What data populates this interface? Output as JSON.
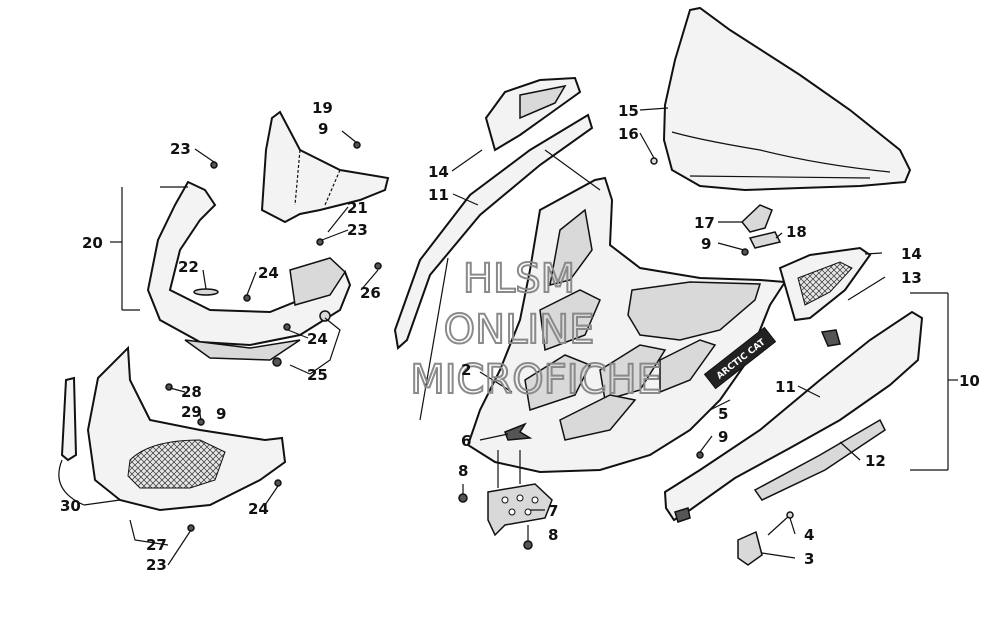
{
  "diagram": {
    "callout_numbers": [
      "2",
      "3",
      "4",
      "5",
      "6",
      "7",
      "8",
      "9",
      "10",
      "11",
      "12",
      "13",
      "14",
      "15",
      "16",
      "17",
      "18",
      "19",
      "20",
      "21",
      "22",
      "23",
      "24",
      "25",
      "26",
      "27",
      "28",
      "29",
      "30"
    ]
  },
  "callouts": {
    "c19": "19",
    "c9a": "9",
    "c23a": "23",
    "c20": "20",
    "c21": "21",
    "c23b": "23",
    "c22": "22",
    "c24a": "24",
    "c26": "26",
    "c24b": "24",
    "c25": "25",
    "c28": "28",
    "c29": "29",
    "c9b": "9",
    "c30": "30",
    "c24c": "24",
    "c27": "27",
    "c23c": "23",
    "c14a": "14",
    "c11a": "11",
    "c2": "2",
    "c6": "6",
    "c8a": "8",
    "c7": "7",
    "c8b": "8",
    "c15": "15",
    "c16": "16",
    "c17": "17",
    "c18": "18",
    "c9c": "9",
    "c14b": "14",
    "c13": "13",
    "c10": "10",
    "c11b": "11",
    "c5": "5",
    "c9d": "9",
    "c12": "12",
    "c4": "4",
    "c3": "3"
  },
  "watermark": {
    "line1": "HLSM",
    "line2": "ONLINE",
    "line3": "MICROFICHE"
  },
  "decal": {
    "brand": "ARCTIC CAT"
  }
}
